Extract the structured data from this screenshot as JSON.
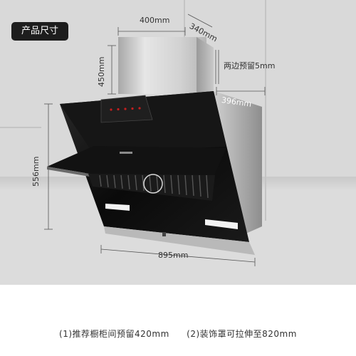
{
  "badge": {
    "label": "产品尺寸"
  },
  "dimensions": {
    "chimney_width": "400mm",
    "chimney_depth": "340mm",
    "chimney_height": "450mm",
    "side_clearance": "两边预留5mm",
    "body_depth": "396mm",
    "body_height": "556mm",
    "body_width": "895mm"
  },
  "notes": {
    "note1": "(1)推荐橱柜间预留420mm",
    "note2": "(2)装饰罩可拉伸至820mm"
  },
  "colors": {
    "glass": "#0d0d0d",
    "steel": "#c8c8c8",
    "badge": "#1d1d1d",
    "wall": "#d9d9d9"
  }
}
